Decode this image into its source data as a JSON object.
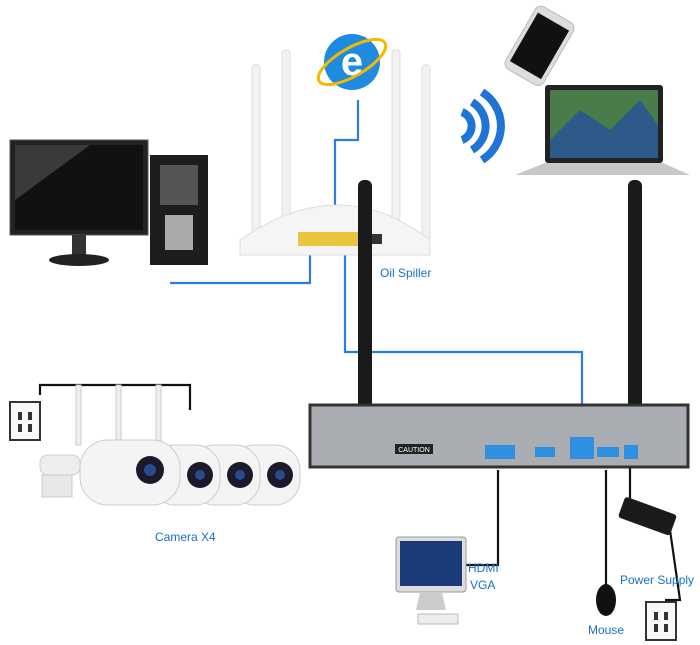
{
  "labels": {
    "router": "Oil Spiller",
    "cameras": "Camera X4",
    "hdmi": "HDMI",
    "vga": "VGA",
    "power_supply": "Power Supply",
    "mouse": "Mouse",
    "caution": "CAUTION"
  },
  "colors": {
    "label": "#1a6fc9",
    "cable": "#2a7de1",
    "nvr_body": "#a9acb0",
    "port": "#2f8fe0"
  },
  "icons": [
    "internet-explorer-icon",
    "wifi-icon",
    "smartphone-icon",
    "laptop-icon",
    "router-icon",
    "desktop-pc-icon",
    "camera-icon",
    "nvr-icon",
    "monitor-icon",
    "mouse-icon",
    "power-adapter-icon",
    "power-outlet-icon"
  ]
}
